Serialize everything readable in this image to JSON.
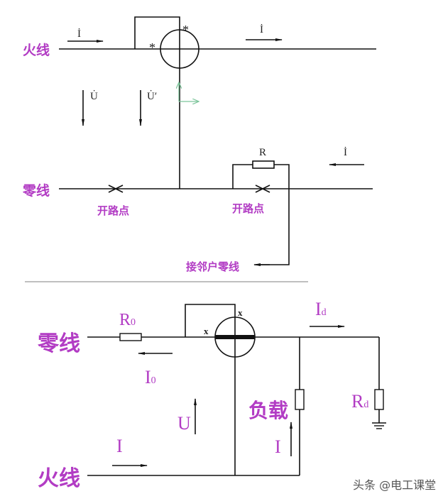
{
  "top": {
    "fire_line": "火线",
    "neutral_line": "零线",
    "current_left": "İ",
    "current_right": "İ",
    "current_neighbor": "İ",
    "voltage_u": "U̇",
    "voltage_u_prime": "U̇′",
    "resistor": "R",
    "open_point_1": "开路点",
    "open_point_2": "开路点",
    "neighbor_neutral": "接邻户零线",
    "star": "*"
  },
  "bottom": {
    "neutral_line": "零线",
    "fire_line": "火线",
    "r0": "R",
    "r0_sub": "0",
    "i0": "I",
    "i0_sub": "0",
    "id": "I",
    "id_sub": "d",
    "rd": "R",
    "rd_sub": "d",
    "load": "负载",
    "u": "U",
    "i_left": "I",
    "i_load": "I",
    "mark": "x"
  },
  "watermark": "头条 @电工课堂",
  "colors": {
    "label": "#b23cc4",
    "wire": "#111111",
    "axis": "#7cc49a"
  }
}
